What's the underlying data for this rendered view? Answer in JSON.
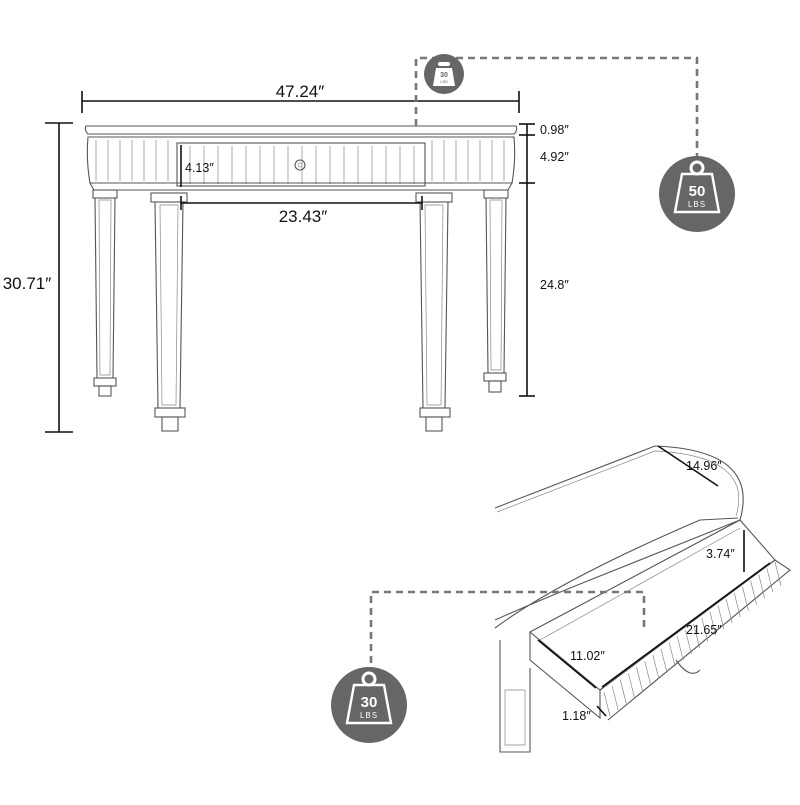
{
  "dimensions": {
    "overall_width": "47.24″",
    "overall_height": "30.71″",
    "top_thickness": "0.98″",
    "apron_height": "4.92″",
    "drawer_front_height": "4.13″",
    "leg_span": "23.43″",
    "leg_height": "24.8″",
    "depth": "14.96″",
    "drawer_depth": "3.74″",
    "drawer_width": "21.65″",
    "drawer_length": "11.02″",
    "drawer_side": "1.18″"
  },
  "badges": {
    "top_capacity": {
      "value": "50",
      "unit": "LBS"
    },
    "small_capacity": {
      "value": "30",
      "unit": "LBS"
    },
    "drawer_capacity": {
      "value": "30",
      "unit": "LBS"
    }
  },
  "colors": {
    "badge": "#666666",
    "line": "#111111",
    "dash": "#777777"
  }
}
